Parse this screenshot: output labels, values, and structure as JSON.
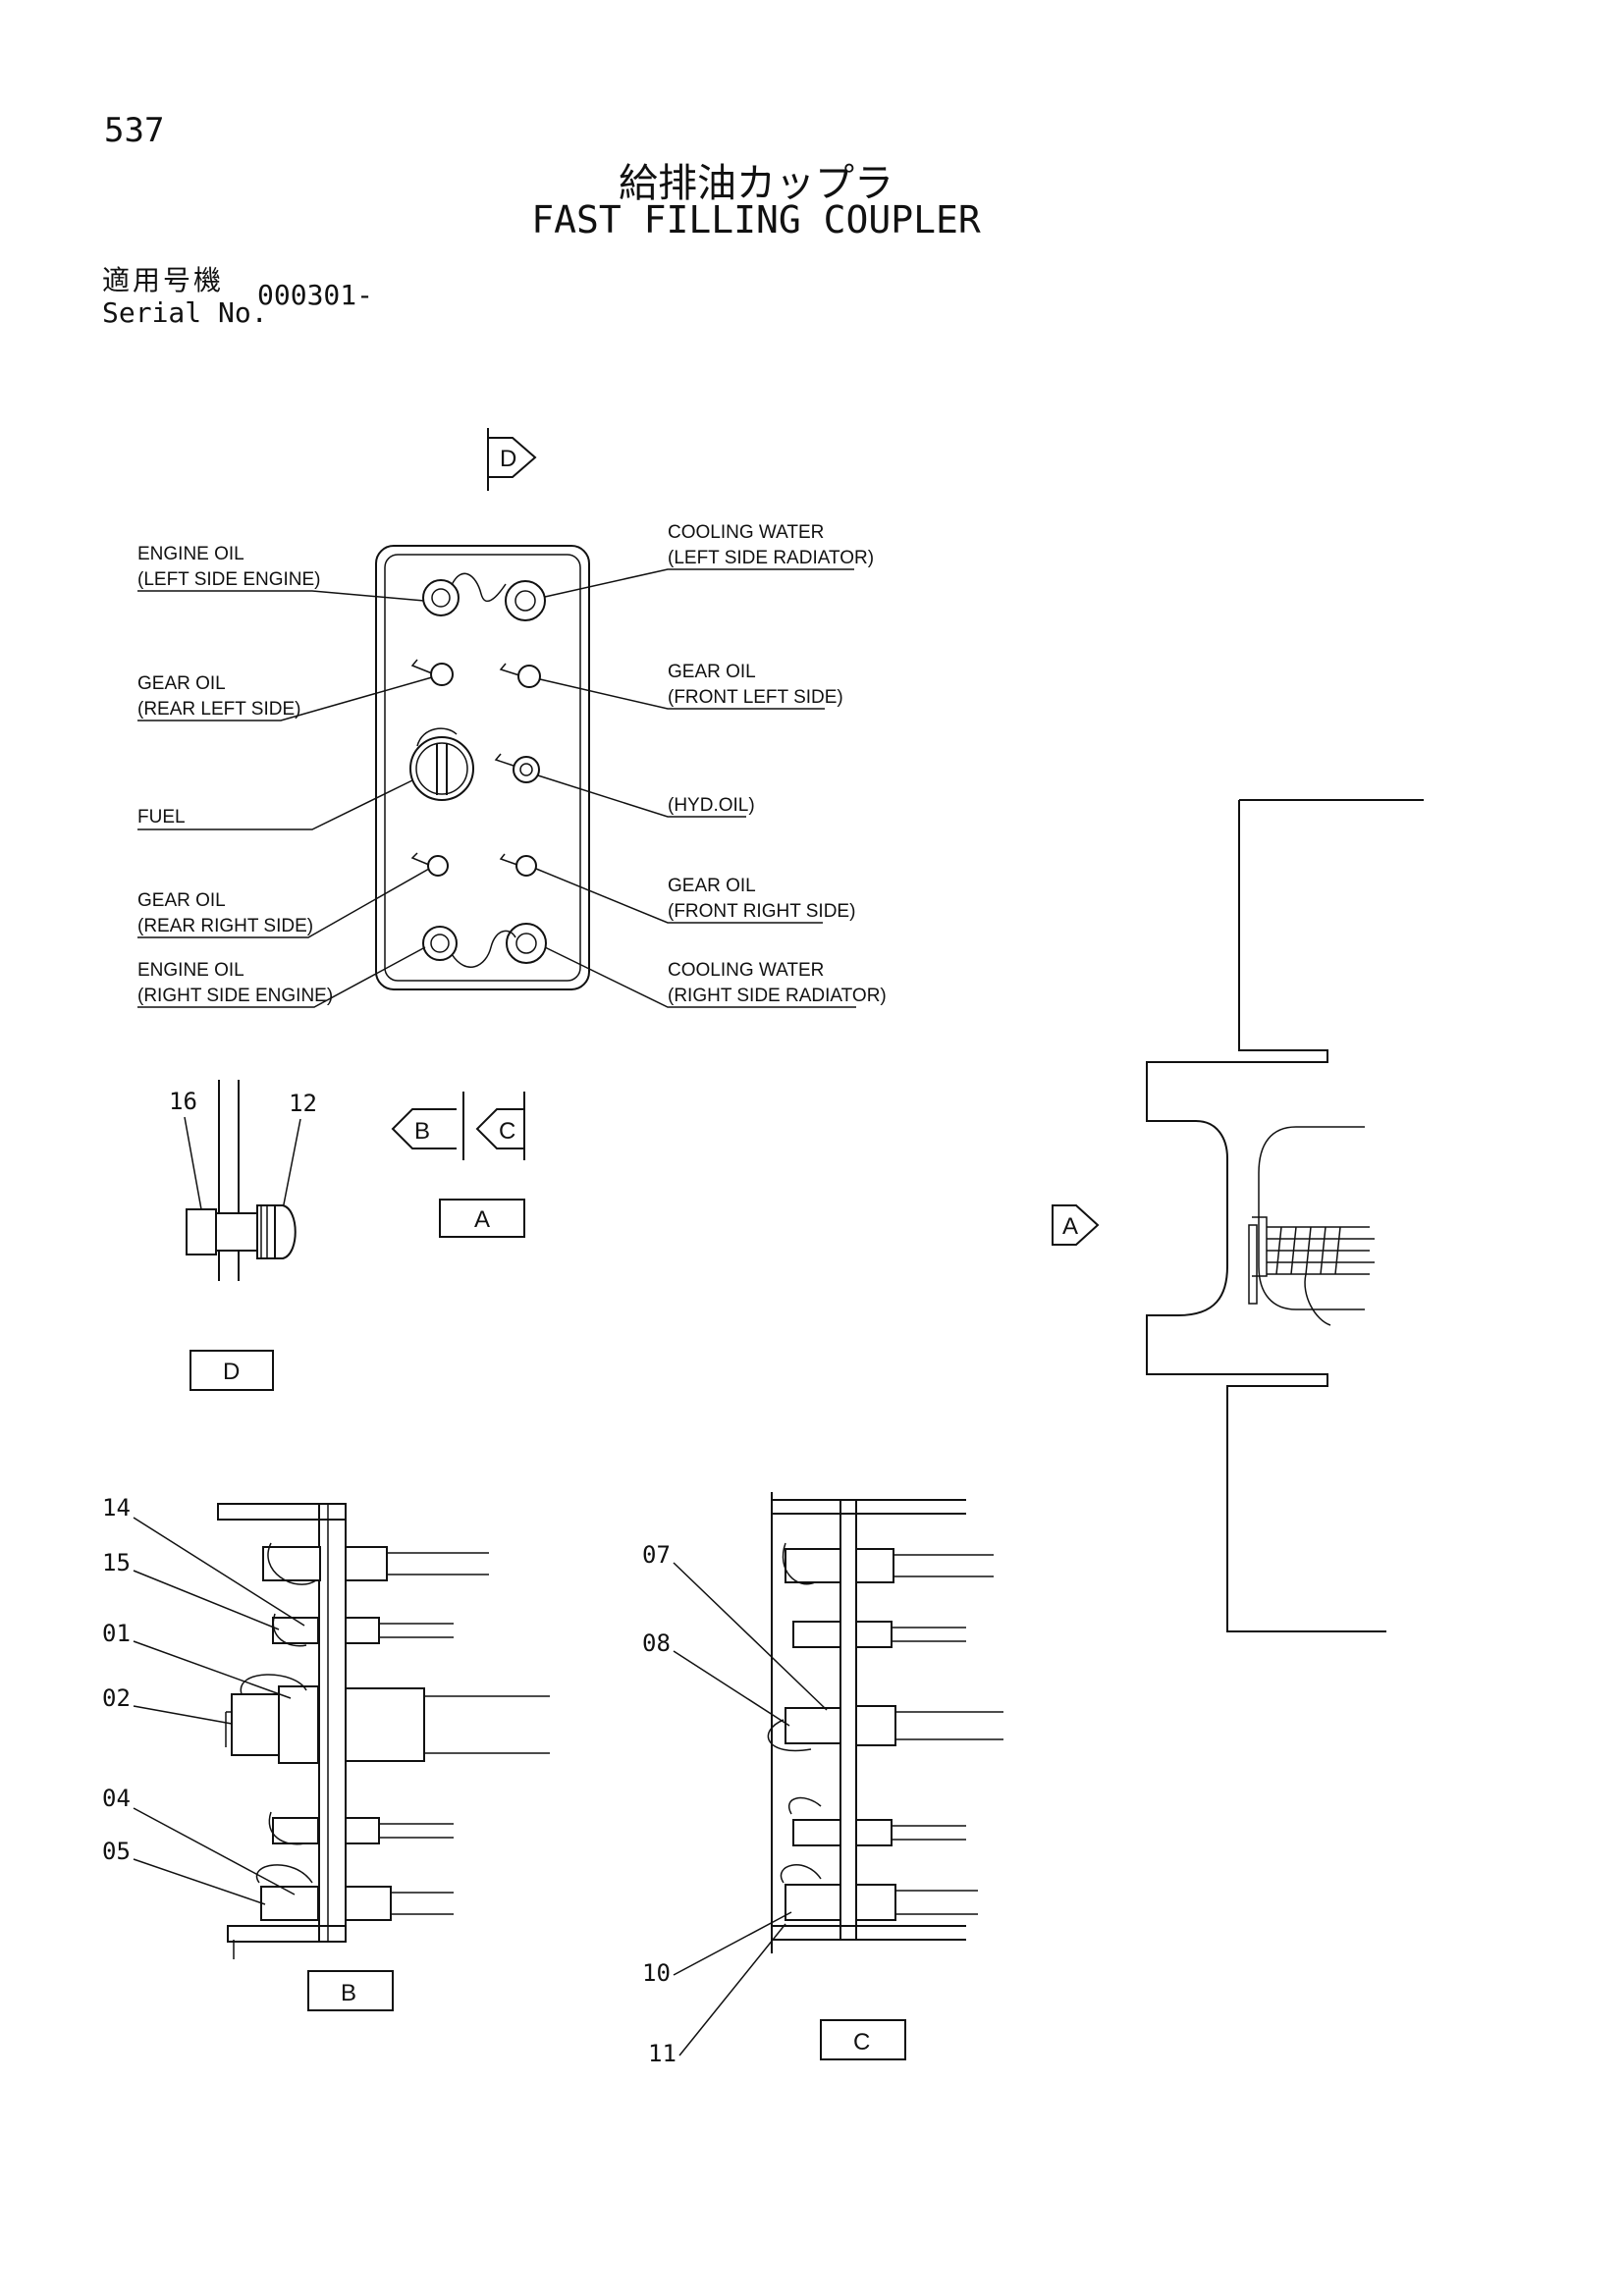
{
  "header": {
    "page_number": "537",
    "title_jp": "給排油カップラ",
    "title_en": "FAST FILLING COUPLER",
    "serial_label_jp": "適用号機",
    "serial_label_en": "Serial No.",
    "serial_value": "000301-"
  },
  "panel_labels": {
    "engine_oil_left_1": "ENGINE OIL",
    "engine_oil_left_2": "(LEFT SIDE ENGINE)",
    "gear_oil_rear_left_1": "GEAR OIL",
    "gear_oil_rear_left_2": "(REAR LEFT SIDE)",
    "fuel": "FUEL",
    "gear_oil_rear_right_1": "GEAR OIL",
    "gear_oil_rear_right_2": "(REAR RIGHT SIDE)",
    "engine_oil_right_1": "ENGINE OIL",
    "engine_oil_right_2": "(RIGHT SIDE ENGINE)",
    "cooling_water_left_1": "COOLING WATER",
    "cooling_water_left_2": "(LEFT SIDE RADIATOR)",
    "gear_oil_front_left_1": "GEAR OIL",
    "gear_oil_front_left_2": "(FRONT LEFT SIDE)",
    "hyd_oil": "(HYD.OIL)",
    "gear_oil_front_right_1": "GEAR OIL",
    "gear_oil_front_right_2": "(FRONT RIGHT SIDE)",
    "cooling_water_right_1": "COOLING WATER",
    "cooling_water_right_2": "(RIGHT SIDE RADIATOR)"
  },
  "view_markers": {
    "arrow_d": "D",
    "arrow_b": "B",
    "arrow_c": "C",
    "arrow_a": "A",
    "box_a": "A",
    "box_d": "D",
    "box_b": "B",
    "box_c": "C"
  },
  "part_numbers": {
    "p16": "16",
    "p12": "12",
    "p14": "14",
    "p15": "15",
    "p01": "01",
    "p02": "02",
    "p04": "04",
    "p05": "05",
    "p07": "07",
    "p08": "08",
    "p10": "10",
    "p11": "11"
  }
}
